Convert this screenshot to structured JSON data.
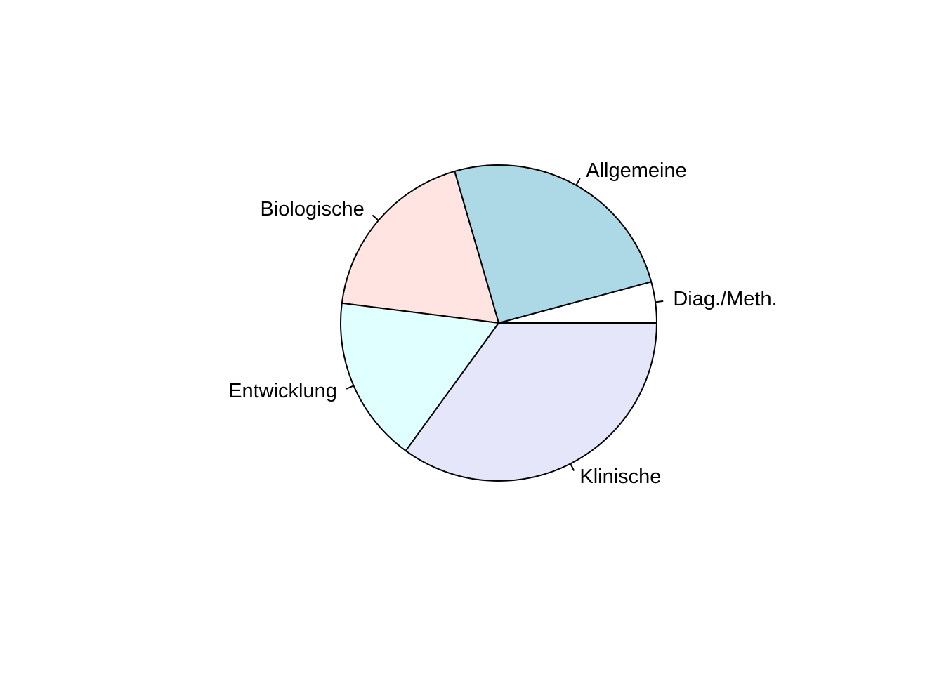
{
  "chart_data": {
    "type": "pie",
    "start_angle_deg": 0,
    "direction": "counterclockwise",
    "slices": [
      {
        "label": "Diag./Meth.",
        "value": 4.2,
        "color": "#ffffff"
      },
      {
        "label": "Allgemeine",
        "value": 25.3,
        "color": "#add8e6"
      },
      {
        "label": "Biologische",
        "value": 18.5,
        "color": "#ffe4e1"
      },
      {
        "label": "Entwicklung",
        "value": 17.0,
        "color": "#e0ffff"
      },
      {
        "label": "Klinische",
        "value": 35.0,
        "color": "#e6e6fa"
      }
    ],
    "legend": "none"
  }
}
